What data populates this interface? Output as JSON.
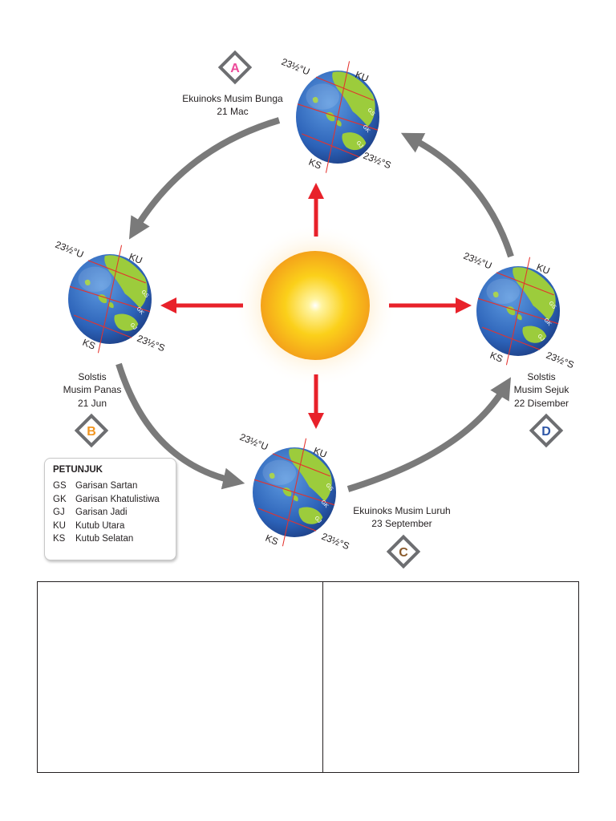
{
  "markers": {
    "a": {
      "letter": "A",
      "color": "#ec4a9a"
    },
    "b": {
      "letter": "B",
      "color": "#f2951f"
    },
    "c": {
      "letter": "C",
      "color": "#8a5a2b"
    },
    "d": {
      "letter": "D",
      "color": "#2e56a6"
    }
  },
  "captions": {
    "a": {
      "line1": "Ekuinoks Musim Bunga",
      "line2": "21 Mac"
    },
    "b": {
      "line1": "Solstis",
      "line2": "Musim Panas",
      "line3": "21 Jun"
    },
    "c": {
      "line1": "Ekuinoks Musim Luruh",
      "line2": "23 September"
    },
    "d": {
      "line1": "Solstis",
      "line2": "Musim Sejuk",
      "line3": "22 Disember"
    }
  },
  "globe_labels": {
    "tilt_north": "23½°U",
    "tilt_south": "23½°S",
    "north_pole": "KU",
    "south_pole": "KS",
    "tropic_north": "GS",
    "equator": "GK",
    "tropic_south": "GJ"
  },
  "legend": {
    "title": "PETUNJUK",
    "items": [
      {
        "abbr": "GS",
        "text": "Garisan Sartan"
      },
      {
        "abbr": "GK",
        "text": "Garisan Khatulistiwa"
      },
      {
        "abbr": "GJ",
        "text": "Garisan Jadi"
      },
      {
        "abbr": "KU",
        "text": "Kutub Utara"
      },
      {
        "abbr": "KS",
        "text": "Kutub Selatan"
      }
    ]
  },
  "colors": {
    "orbit_arrow": "#7a7a7a",
    "sun_ray": "#e8212a",
    "sun_core": "#f9c20b",
    "ocean": "#2f6bc2",
    "land": "#9ccc3c"
  },
  "answer_table": {
    "rows": 1,
    "columns": 2,
    "cells": [
      "",
      ""
    ]
  }
}
